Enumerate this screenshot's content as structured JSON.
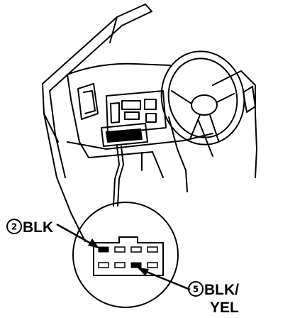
{
  "callouts": {
    "pin2": {
      "number": "2",
      "label": "BLK"
    },
    "pin5": {
      "number": "5",
      "label_line1": "BLK/",
      "label_line2": "YEL"
    }
  }
}
